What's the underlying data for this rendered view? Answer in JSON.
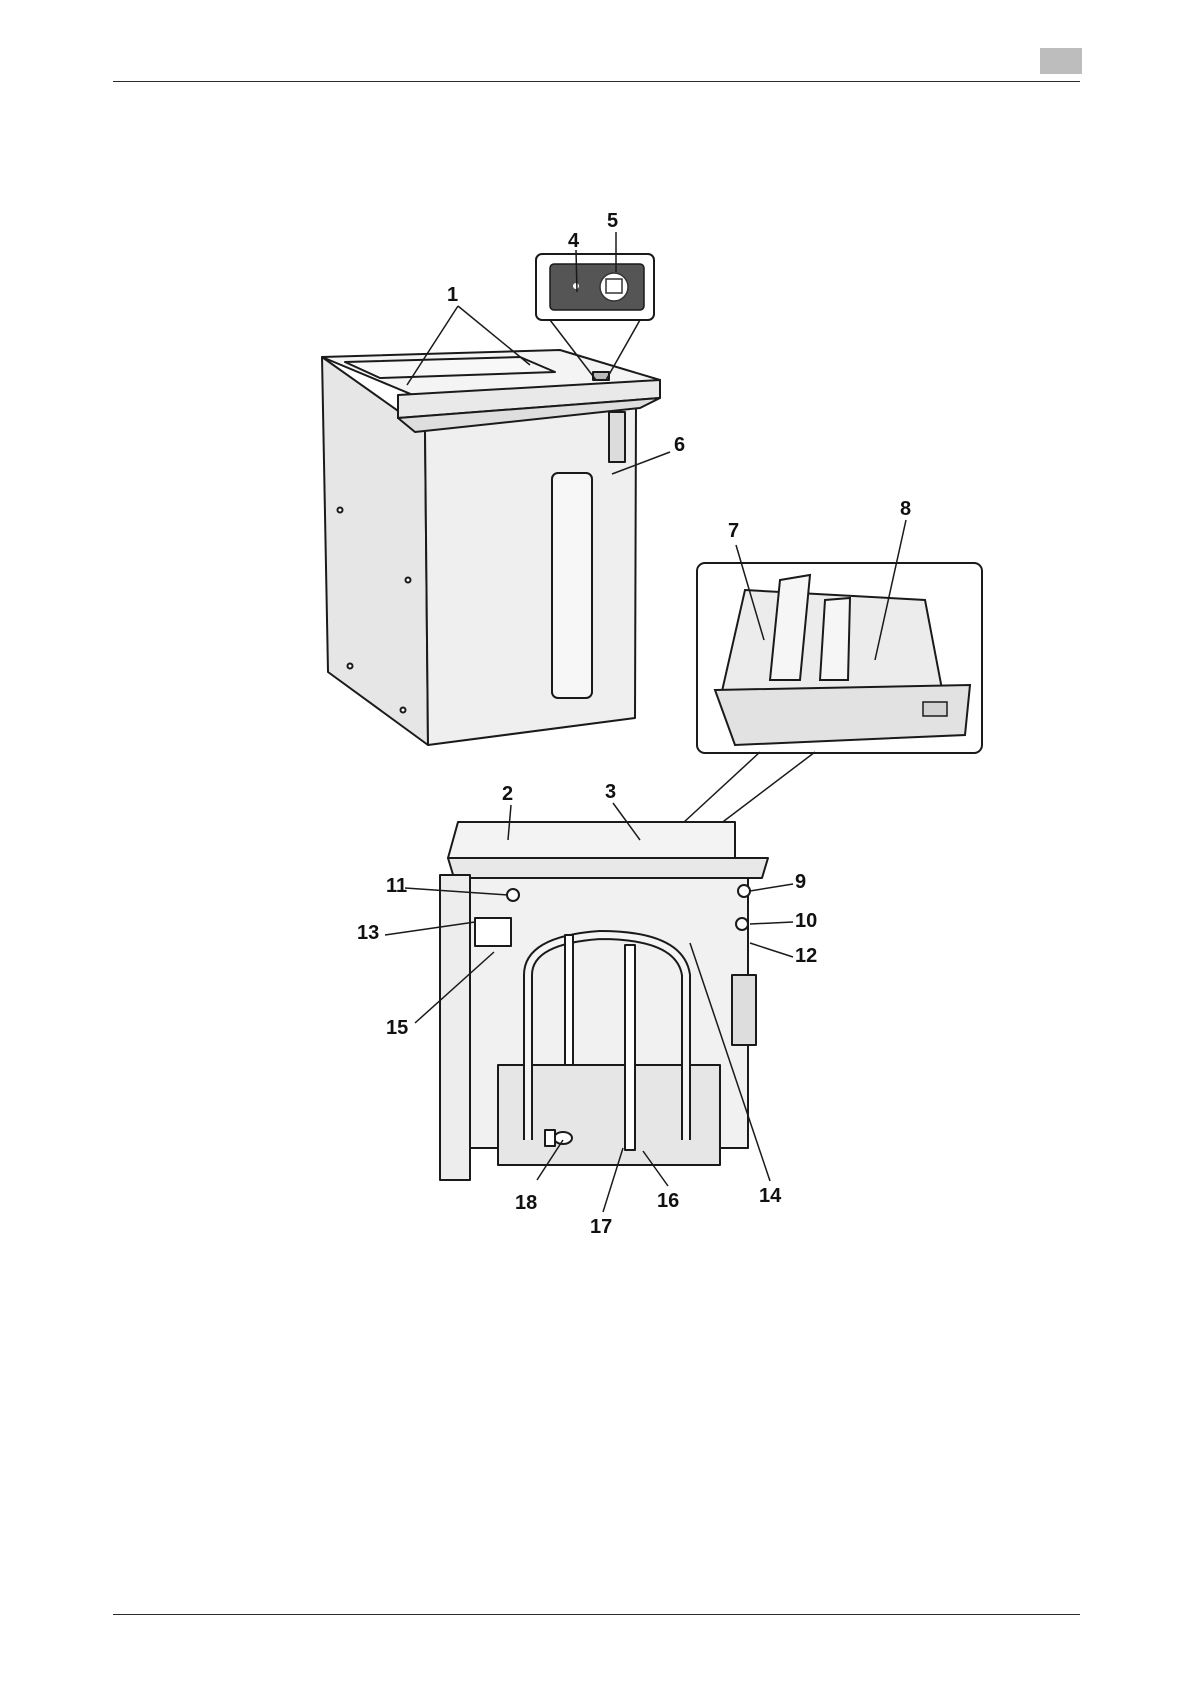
{
  "callouts": [
    "1",
    "2",
    "3",
    "4",
    "5",
    "6",
    "7",
    "8",
    "9",
    "10",
    "11",
    "12",
    "13",
    "14",
    "15",
    "16",
    "17",
    "18"
  ],
  "colors": {
    "rule": "#2b2b2b",
    "chapter_tab": "#bdbdbd",
    "panel_fill": "#ececec",
    "line": "#1a1a1a",
    "dark_panel": "#555555"
  }
}
